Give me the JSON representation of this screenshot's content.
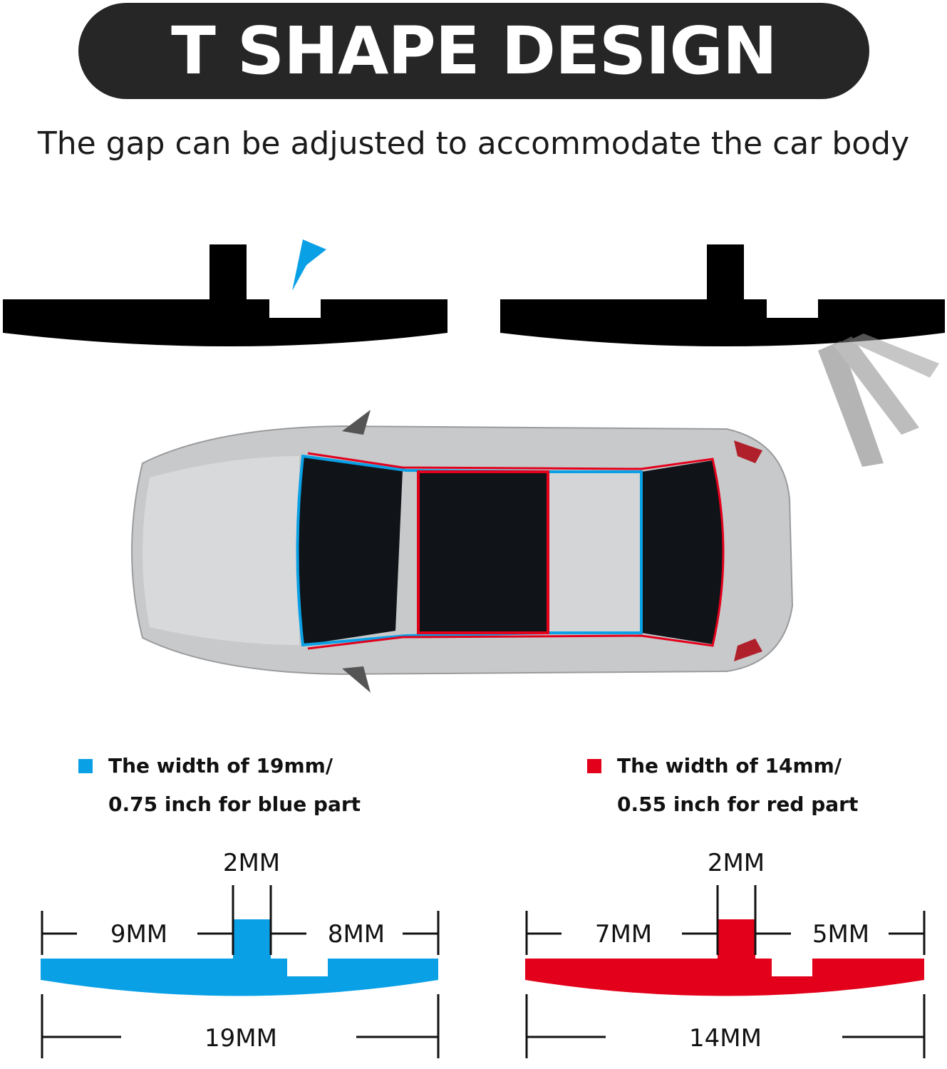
{
  "banner": {
    "title": "T SHAPE DESIGN"
  },
  "subtitle": "The gap can be adjusted to accommodate the car body",
  "legend": {
    "blue": {
      "line1": "The width of 19mm/",
      "line2": "0.75 inch for blue part",
      "color": "#0aa0e6"
    },
    "red": {
      "line1": "The width of 14mm/",
      "line2": "0.55 inch for red part",
      "color": "#e3001b"
    }
  },
  "blue_strip": {
    "top": "2MM",
    "left": "9MM",
    "right": "8MM",
    "total": "19MM",
    "color": "#0aa0e6"
  },
  "red_strip": {
    "top": "2MM",
    "left": "7MM",
    "right": "5MM",
    "total": "14MM",
    "color": "#e3001b"
  },
  "colors": {
    "banner_bg": "#262626",
    "strip_black": "#000000",
    "car_body": "#c8c9cb",
    "glass": "#101418"
  }
}
